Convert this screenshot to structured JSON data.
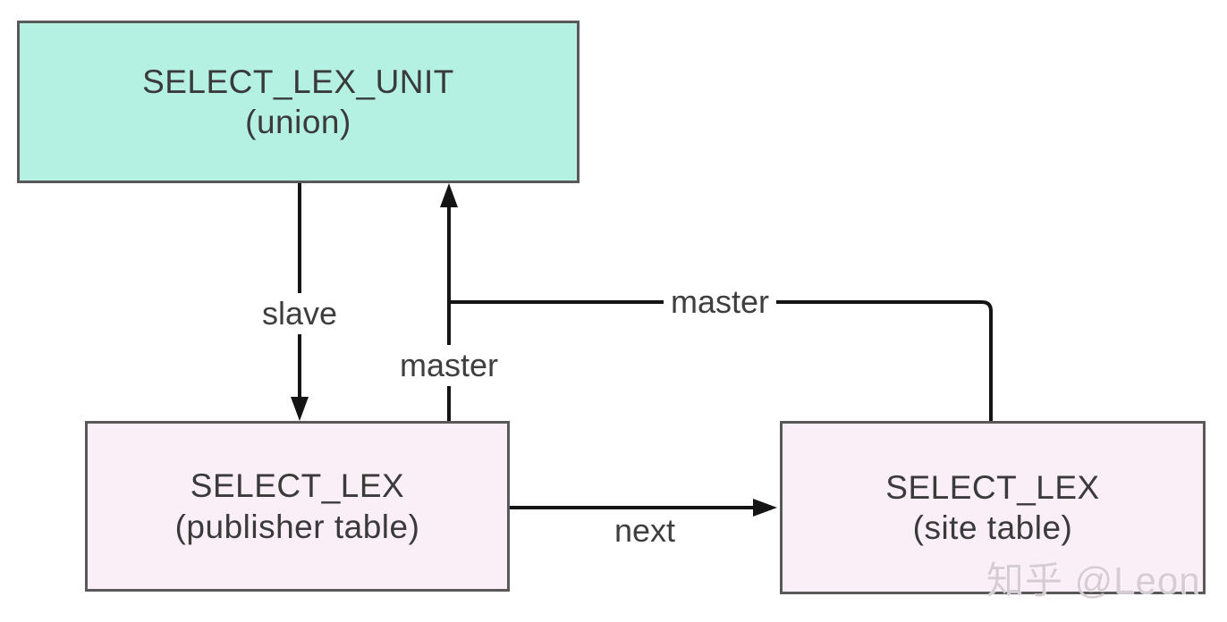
{
  "diagram": {
    "nodes": {
      "select_lex_unit": {
        "title": "SELECT_LEX_UNIT",
        "subtitle": "(union)"
      },
      "select_lex_publisher": {
        "title": "SELECT_LEX",
        "subtitle": "(publisher table)"
      },
      "select_lex_site": {
        "title": "SELECT_LEX",
        "subtitle": "(site table)"
      }
    },
    "edge_labels": {
      "slave": "slave",
      "master_vertical": "master",
      "master_horizontal": "master",
      "next": "next"
    },
    "colors": {
      "background": "#ffffff",
      "union_node_fill": "#b4f1e3",
      "table_node_fill": "#faeef7",
      "node_border": "#595959",
      "node_text": "#3a3a3a",
      "label_text": "#3f3f3f",
      "edge_line": "#141414",
      "watermark_text": "#d7ccd4"
    },
    "watermark": "知乎 @Leon"
  }
}
